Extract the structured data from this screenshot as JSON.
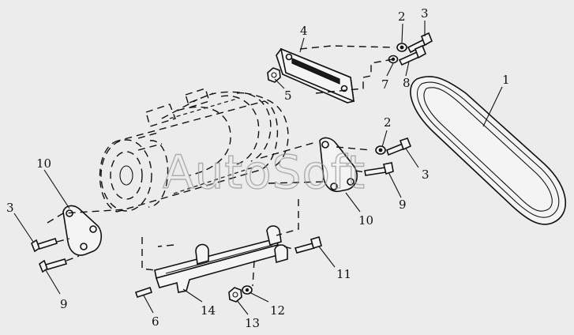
{
  "watermark": "AutoSoft",
  "callouts": {
    "c1": "1",
    "c2a": "2",
    "c3a": "3",
    "c4": "4",
    "c5": "5",
    "c7": "7",
    "c8": "8",
    "c2b": "2",
    "c3b": "3",
    "c9a": "9",
    "c10a": "10",
    "c10b": "10",
    "c3c": "3",
    "c9b": "9",
    "c11": "11",
    "c6": "6",
    "c14": "14",
    "c12": "12",
    "c13": "13"
  }
}
